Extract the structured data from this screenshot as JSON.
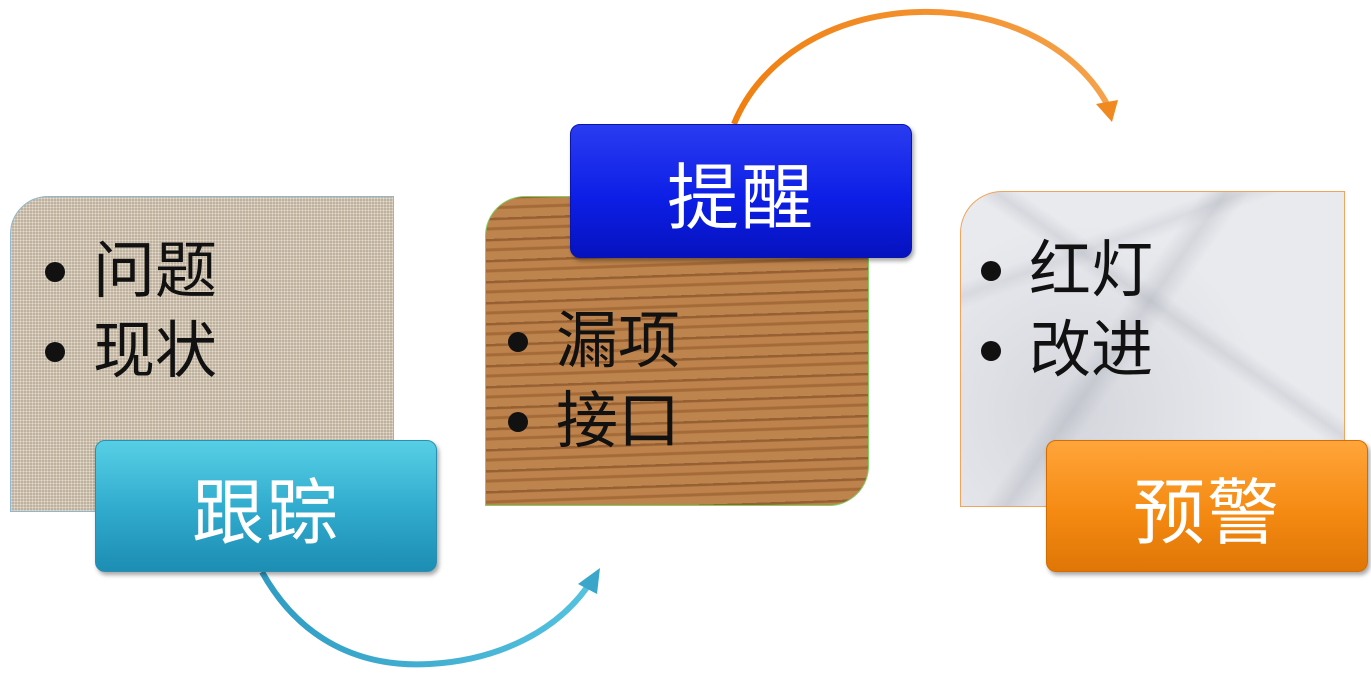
{
  "cards": [
    {
      "items": [
        "问题",
        "现状"
      ],
      "label": "跟踪",
      "label_color": "#2fa9cc",
      "texture": "linen"
    },
    {
      "items": [
        "漏项",
        "接口"
      ],
      "label": "提醒",
      "label_color": "#0d1fe6",
      "texture": "wood"
    },
    {
      "items": [
        "红灯",
        "改进"
      ],
      "label": "预警",
      "label_color": "#f58a12",
      "texture": "marble"
    }
  ],
  "arrows": [
    {
      "from": "跟踪",
      "to": "提醒",
      "color": "#3aa6c9"
    },
    {
      "from": "提醒",
      "to": "预警",
      "color": "#f08a20"
    }
  ]
}
